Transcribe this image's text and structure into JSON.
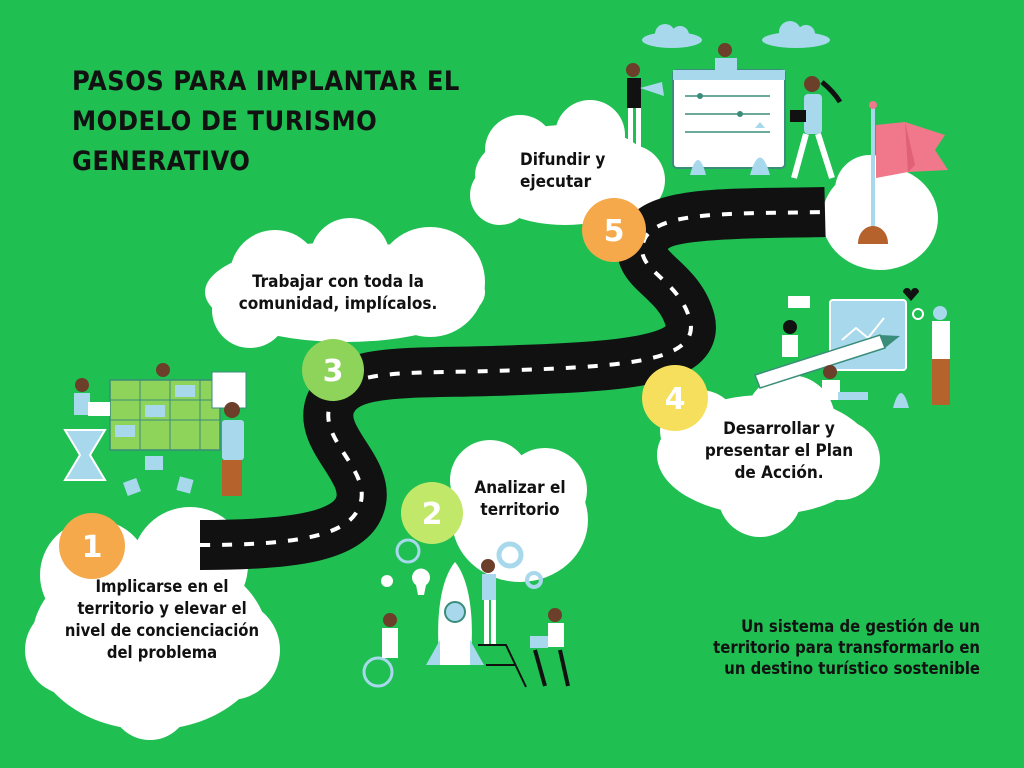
{
  "title_lines": [
    "PASOS PARA IMPLANTAR EL",
    "MODELO DE TURISMO",
    "GENERATIVO"
  ],
  "steps": [
    {
      "number": "1",
      "text": "Implicarse en el territorio y elevar el nivel de concienciación del problema",
      "color": "#f5a94a"
    },
    {
      "number": "2",
      "text": "Analizar el territorio",
      "color": "#c2e86a"
    },
    {
      "number": "3",
      "text": "Trabajar con toda la comunidad, implícalos.",
      "color": "#8fd45a"
    },
    {
      "number": "4",
      "text": "Desarrollar y presentar el Plan de Acción.",
      "color": "#f6df5c"
    },
    {
      "number": "5",
      "text": "Difundir y ejecutar",
      "color": "#f5a94a"
    }
  ],
  "subtitle": "Un sistema de gestión de un territorio para transformarlo en un destino turístico sostenible",
  "colors": {
    "background": "#1fbf52",
    "road": "#111111",
    "cloud": "#ffffff",
    "flag": "#f0788a"
  }
}
